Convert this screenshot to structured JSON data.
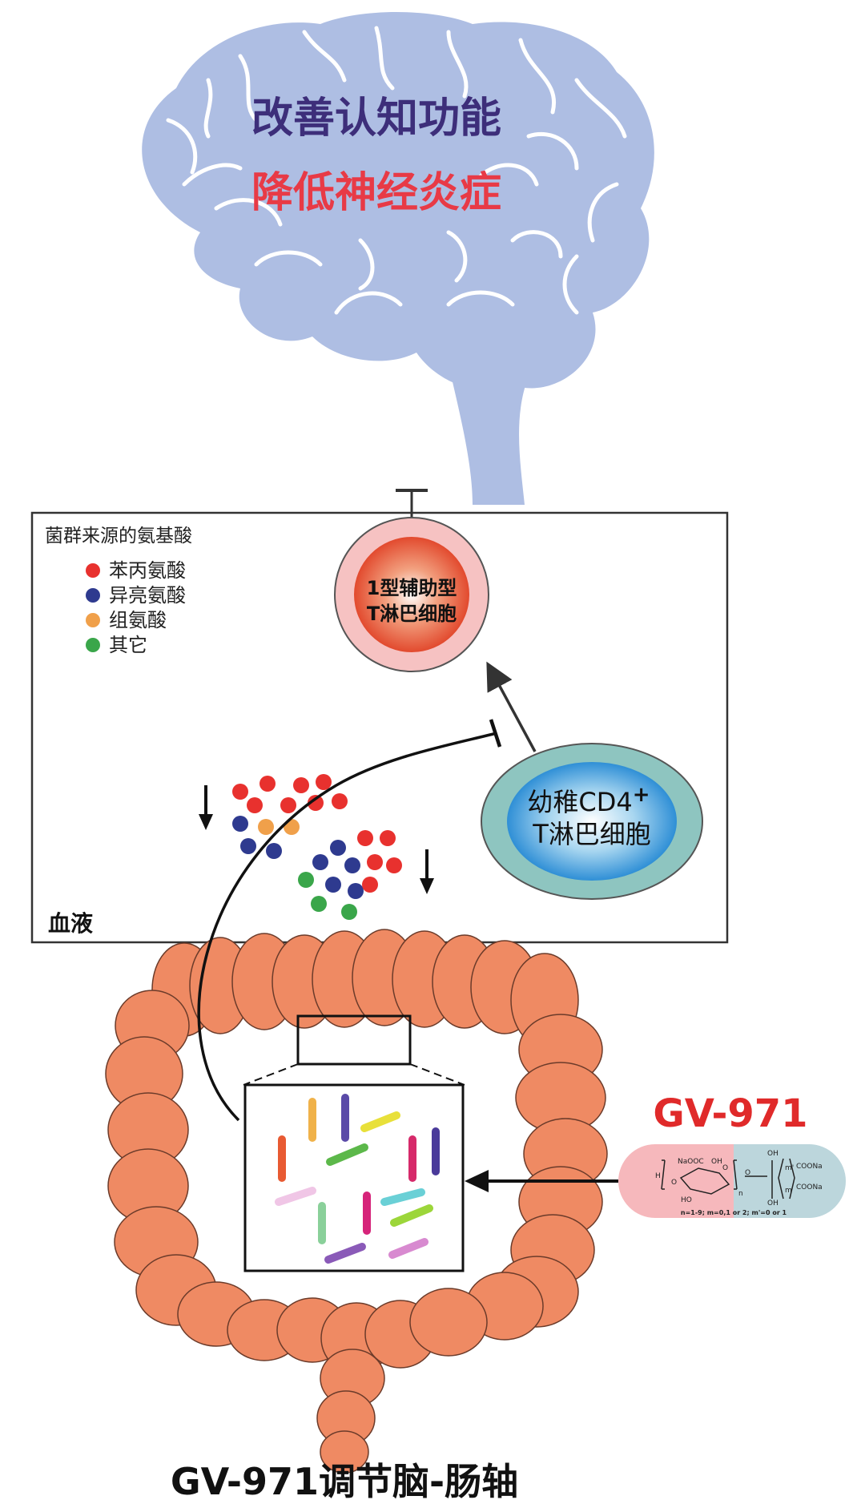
{
  "brain": {
    "line1": "改善认知功能",
    "line2": "降低神经炎症"
  },
  "blood_box": {
    "legend_title": "菌群来源的氨基酸",
    "legend": [
      {
        "label": "苯丙氨酸",
        "color": "#e8312e"
      },
      {
        "label": "异亮氨酸",
        "color": "#2e3a8f"
      },
      {
        "label": "组氨酸",
        "color": "#f0a04a"
      },
      {
        "label": "其它",
        "color": "#3aa64a"
      }
    ],
    "label": "血液"
  },
  "th1_cell": {
    "line1": "1型辅助型",
    "line2": "T淋巴细胞"
  },
  "naive_cell": {
    "line1": "幼稚CD4",
    "sup": "+",
    "line2": "T淋巴细胞"
  },
  "drug": {
    "name": "GV-971",
    "struct_left": "NaOOC",
    "struct_oh": "OH",
    "struct_ho": "HO",
    "struct_o": "O",
    "struct_h": "H",
    "struct_n": "n",
    "struct_m": "m",
    "struct_m2": "m'",
    "struct_coona": "COONa",
    "struct_footnote": "n=1-9; m=0,1 or 2; m'=0 or 1"
  },
  "caption": "GV-971调节脑-肠轴",
  "colors": {
    "brain": "#aebee3",
    "intestine": "#ef8a63",
    "brain_title": "#3d2e7a",
    "brain_sub": "#e83a46",
    "drug_name": "#e02a2a"
  }
}
